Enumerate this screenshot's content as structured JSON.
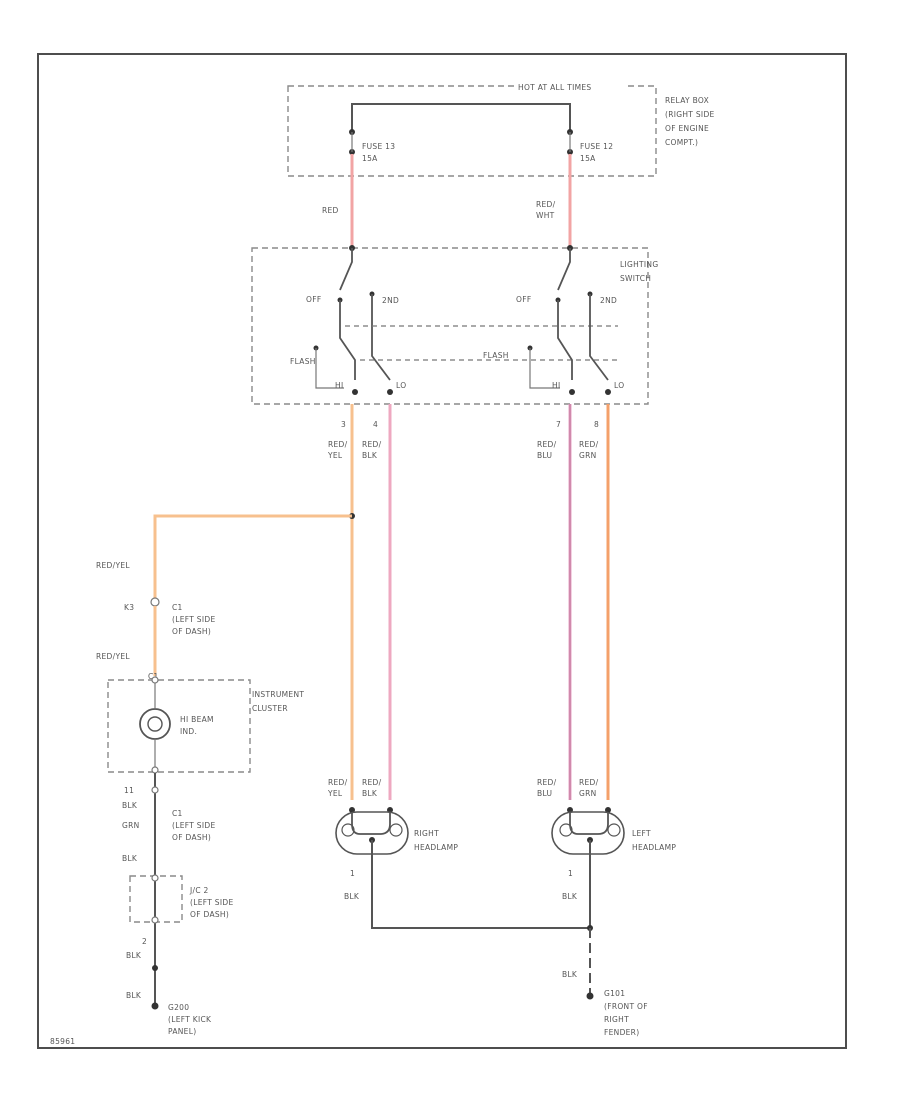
{
  "relay_box": {
    "header": "HOT AT ALL TIMES",
    "label": [
      "RELAY BOX",
      "(RIGHT SIDE",
      "OF ENGINE",
      "COMPT.)"
    ],
    "fuse_left": [
      "FUSE 13",
      "15A"
    ],
    "fuse_right": [
      "FUSE 12",
      "15A"
    ]
  },
  "lighting_switch": {
    "label": [
      "LIGHTING",
      "SWITCH"
    ],
    "off": "OFF",
    "second": "2ND",
    "flash": "FLASH",
    "hi": "HI",
    "lo": "LO",
    "pins": [
      "3",
      "4",
      "7",
      "8"
    ]
  },
  "wires": {
    "red": "RED",
    "red_wht": [
      "RED/",
      "WHT"
    ],
    "red_yel": [
      "RED/",
      "YEL"
    ],
    "red_blk": [
      "RED/",
      "BLK"
    ],
    "red_blu": [
      "RED/",
      "BLU"
    ],
    "red_grn": [
      "RED/",
      "GRN"
    ],
    "red_yel_inline": "RED/YEL",
    "blk": "BLK",
    "grn": "GRN"
  },
  "connectors": {
    "c1": {
      "pin": "K3",
      "label": [
        "C1",
        "(LEFT SIDE",
        "OF DASH)"
      ]
    },
    "c2": {
      "pin": "11",
      "label": [
        "C1",
        "(LEFT SIDE",
        "OF DASH)"
      ]
    },
    "jc2": {
      "label": [
        "J/C 2",
        "(LEFT SIDE",
        "OF DASH)"
      ]
    },
    "pin_2": "2",
    "pin_1_right": "1",
    "pin_1_left": "1"
  },
  "cluster": {
    "label": [
      "INSTRUMENT",
      "CLUSTER"
    ],
    "indicator": [
      "HI BEAM",
      "IND."
    ],
    "pin": "C1"
  },
  "headlamps": {
    "right": [
      "RIGHT",
      "HEADLAMP"
    ],
    "left": [
      "LEFT",
      "HEADLAMP"
    ]
  },
  "grounds": {
    "left": [
      "G200",
      "(LEFT KICK",
      "PANEL)"
    ],
    "right": [
      "G101",
      "(FRONT OF",
      "RIGHT",
      "FENDER)"
    ]
  },
  "corner_id": "85961"
}
